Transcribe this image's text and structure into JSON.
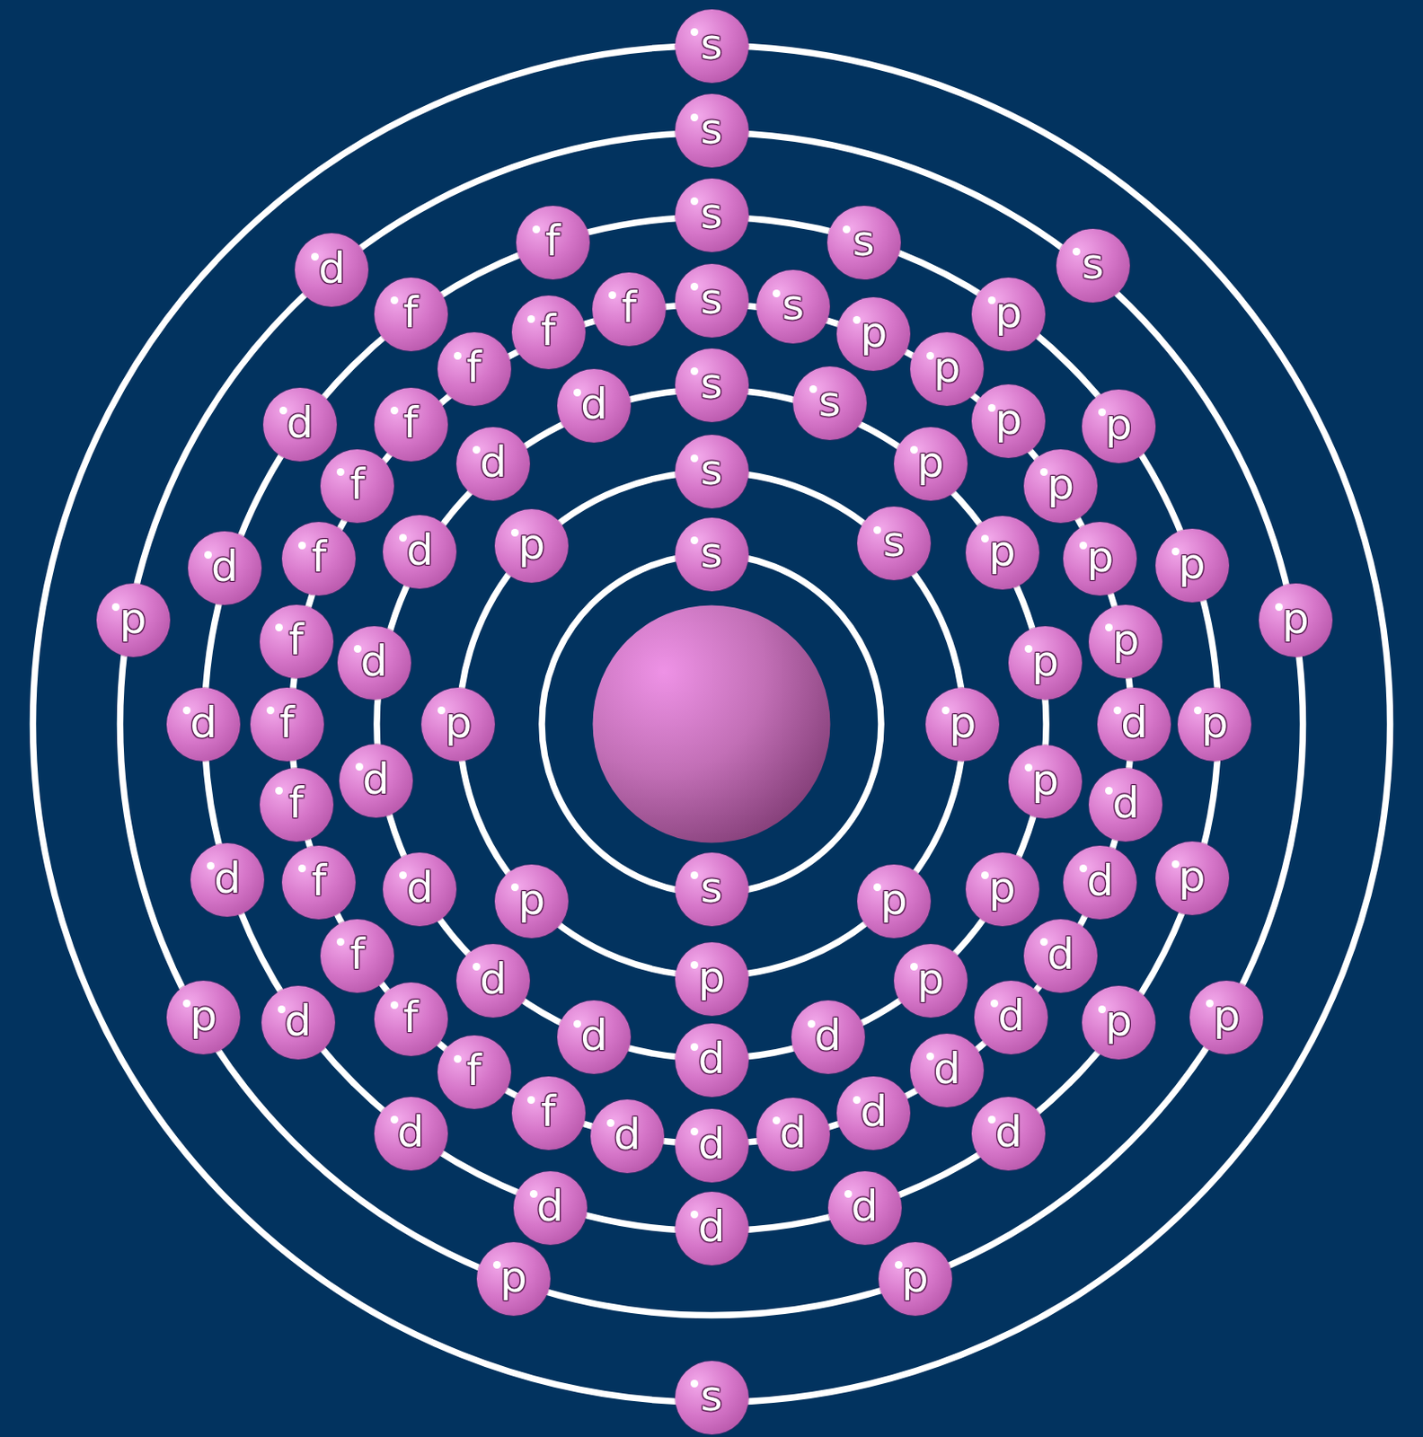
{
  "diagram": {
    "nodes": [
      {
        "text": [
          "s"
        ]
      },
      {
        "text": [
          "s"
        ]
      },
      {
        "text": [
          "s"
        ]
      },
      {
        "text": [
          "s"
        ]
      },
      {
        "text": [
          "p"
        ]
      },
      {
        "text": [
          "p"
        ]
      },
      {
        "text": [
          "p"
        ]
      },
      {
        "text": [
          "p"
        ]
      },
      {
        "text": [
          "p"
        ]
      },
      {
        "text": [
          "p"
        ]
      },
      {
        "text": [
          "s"
        ]
      },
      {
        "text": [
          "s"
        ]
      },
      {
        "text": [
          "p"
        ]
      },
      {
        "text": [
          "p"
        ]
      },
      {
        "text": [
          "p"
        ]
      },
      {
        "text": [
          "p"
        ]
      },
      {
        "text": [
          "p"
        ]
      },
      {
        "text": [
          "p"
        ]
      },
      {
        "text": [
          "d"
        ]
      },
      {
        "text": [
          "d"
        ]
      },
      {
        "text": [
          "d"
        ]
      },
      {
        "text": [
          "d"
        ]
      },
      {
        "text": [
          "d"
        ]
      },
      {
        "text": [
          "d"
        ]
      },
      {
        "text": [
          "d"
        ]
      },
      {
        "text": [
          "d"
        ]
      },
      {
        "text": [
          "d"
        ]
      },
      {
        "text": [
          "d"
        ]
      },
      {
        "text": [
          "s"
        ]
      },
      {
        "text": [
          "s"
        ]
      },
      {
        "text": [
          "p"
        ]
      },
      {
        "text": [
          "p"
        ]
      },
      {
        "text": [
          "p"
        ]
      },
      {
        "text": [
          "p"
        ]
      },
      {
        "text": [
          "p"
        ]
      },
      {
        "text": [
          "p"
        ]
      },
      {
        "text": [
          "d"
        ]
      },
      {
        "text": [
          "d"
        ]
      },
      {
        "text": [
          "d"
        ]
      },
      {
        "text": [
          "d"
        ]
      },
      {
        "text": [
          "d"
        ]
      },
      {
        "text": [
          "d"
        ]
      },
      {
        "text": [
          "d"
        ]
      },
      {
        "text": [
          "d"
        ]
      },
      {
        "text": [
          "d"
        ]
      },
      {
        "text": [
          "d"
        ]
      },
      {
        "text": [
          "f"
        ]
      },
      {
        "text": [
          "f"
        ]
      },
      {
        "text": [
          "f"
        ]
      },
      {
        "text": [
          "f"
        ]
      },
      {
        "text": [
          "f"
        ]
      },
      {
        "text": [
          "f"
        ]
      },
      {
        "text": [
          "f"
        ]
      },
      {
        "text": [
          "f"
        ]
      },
      {
        "text": [
          "f"
        ]
      },
      {
        "text": [
          "f"
        ]
      },
      {
        "text": [
          "f"
        ]
      },
      {
        "text": [
          "f"
        ]
      },
      {
        "text": [
          "f"
        ]
      },
      {
        "text": [
          "f"
        ]
      },
      {
        "text": [
          "s"
        ]
      },
      {
        "text": [
          "s"
        ]
      },
      {
        "text": [
          "p"
        ]
      },
      {
        "text": [
          "p"
        ]
      },
      {
        "text": [
          "p"
        ]
      },
      {
        "text": [
          "p"
        ]
      },
      {
        "text": [
          "p"
        ]
      },
      {
        "text": [
          "p"
        ]
      },
      {
        "text": [
          "d"
        ]
      },
      {
        "text": [
          "d"
        ]
      },
      {
        "text": [
          "d"
        ]
      },
      {
        "text": [
          "d"
        ]
      },
      {
        "text": [
          "d"
        ]
      },
      {
        "text": [
          "d"
        ]
      },
      {
        "text": [
          "d"
        ]
      },
      {
        "text": [
          "d"
        ]
      },
      {
        "text": [
          "d"
        ]
      },
      {
        "text": [
          "d"
        ]
      },
      {
        "text": [
          "f"
        ]
      },
      {
        "text": [
          "f"
        ]
      },
      {
        "text": [
          "s"
        ]
      },
      {
        "text": [
          "s"
        ]
      },
      {
        "text": [
          "p"
        ]
      },
      {
        "text": [
          "p"
        ]
      },
      {
        "text": [
          "p"
        ]
      },
      {
        "text": [
          "p"
        ]
      },
      {
        "text": [
          "p"
        ]
      },
      {
        "text": [
          "p"
        ]
      },
      {
        "text": [
          "d"
        ]
      },
      {
        "text": [
          "s"
        ]
      },
      {
        "text": [
          "s"
        ]
      }
    ]
  }
}
